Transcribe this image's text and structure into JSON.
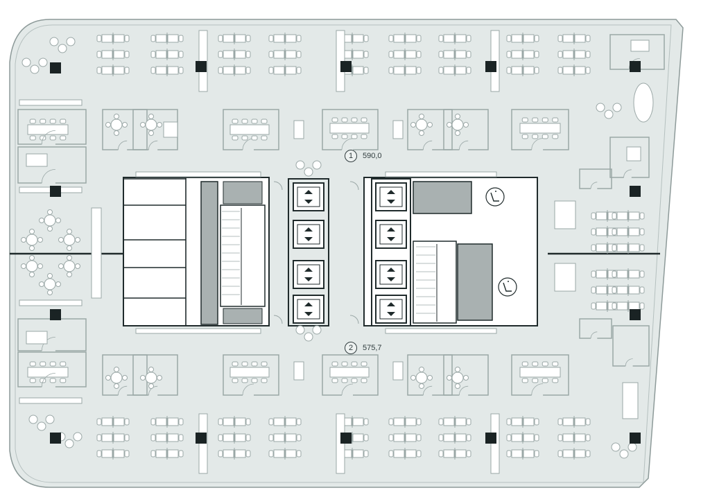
{
  "colors": {
    "floor": "#e3e9e8",
    "outline": "#9aa7a6",
    "wall": "#1f2a2b",
    "furniture_stroke": "#9aa7a6",
    "furniture_fill": "#ffffff",
    "core_fill": "#ffffff",
    "shaft_fill": "#a9b1b1",
    "column": "#1a2324"
  },
  "zones": [
    {
      "number": "1",
      "area": "590,0"
    },
    {
      "number": "2",
      "area": "575,7"
    }
  ],
  "icons": [
    "elevator-icon",
    "accessible-wc-icon",
    "column-icon"
  ]
}
